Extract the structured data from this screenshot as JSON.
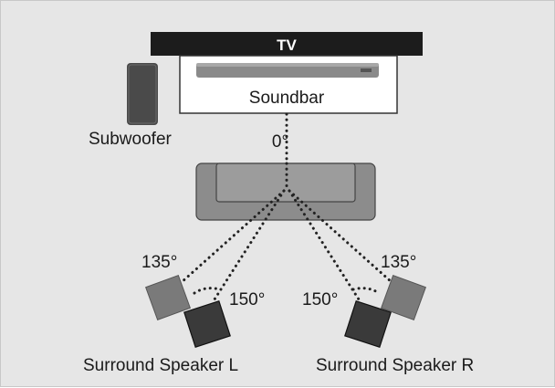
{
  "labels": {
    "tv": "TV",
    "soundbar": "Soundbar",
    "subwoofer": "Subwoofer",
    "front_angle": "0°",
    "left_wide_angle": "135°",
    "left_narrow_angle": "150°",
    "right_narrow_angle": "150°",
    "right_wide_angle": "135°",
    "surround_left": "Surround Speaker L",
    "surround_right": "Surround Speaker R"
  },
  "colors": {
    "background": "#e6e6e6",
    "tv_bar": "#1c1c1c",
    "soundbar_body": "#8a8a8a",
    "subwoofer": "#4a4a4a",
    "sofa": "#8c8c8c",
    "speaker_primary": "#3a3a3a",
    "speaker_secondary": "#7a7a7a",
    "guide_line": "#222222"
  }
}
